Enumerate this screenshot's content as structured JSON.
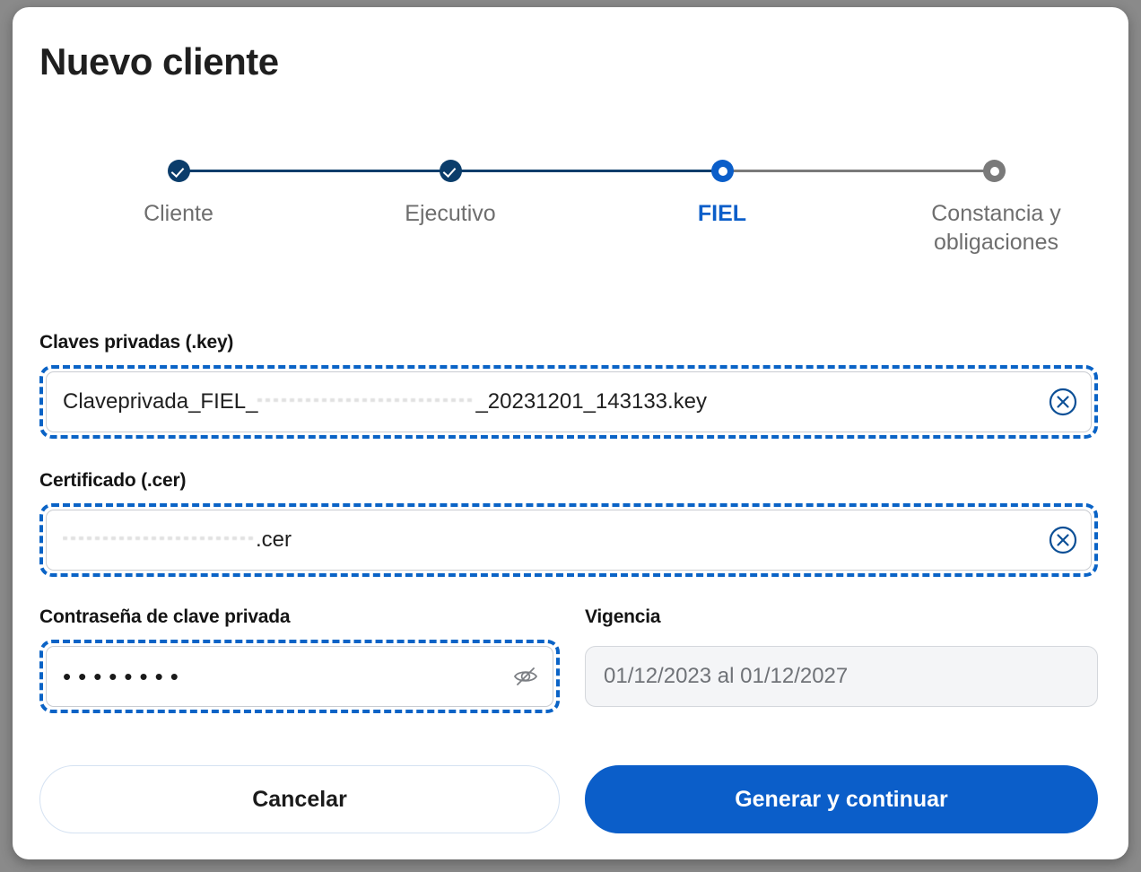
{
  "window": {
    "background_color": "#8a8a8a",
    "card_background": "#ffffff"
  },
  "colors": {
    "brand_blue": "#0b5ec9",
    "navy": "#0b3d6b",
    "muted_gray": "#7a7a7a",
    "label_black": "#141414",
    "focus_ring": "#0a63c6",
    "readonly_bg": "#f4f5f7"
  },
  "header": {
    "title": "Nuevo cliente"
  },
  "stepper": {
    "current_index": 2,
    "steps": [
      {
        "label": "Cliente",
        "state": "done"
      },
      {
        "label": "Ejecutivo",
        "state": "done"
      },
      {
        "label": "FIEL",
        "state": "active"
      },
      {
        "label": "Constancia y obligaciones",
        "state": "todo"
      }
    ]
  },
  "form": {
    "private_key": {
      "label": "Claves privadas (.key)",
      "value_prefix": "Claveprivada_FIEL_",
      "value_redacted": "[redactado]",
      "value_suffix": "_20231201_143133.key",
      "full_value": "Claveprivada_FIEL_[redactado]_20231201_143133.key",
      "clear_icon": "circle-x-icon",
      "focused": true
    },
    "certificate": {
      "label": "Certificado (.cer)",
      "value_prefix": "",
      "value_redacted": "[redactado]",
      "value_suffix": ".cer",
      "full_value": "[redactado].cer",
      "clear_icon": "circle-x-icon",
      "focused": true
    },
    "password": {
      "label": "Contraseña de clave privada",
      "masked_value": "••••••••",
      "character_count": 8,
      "toggle_icon": "eye-slash-icon",
      "focused": true
    },
    "validity": {
      "label": "Vigencia",
      "value": "01/12/2023 al 01/12/2027",
      "readonly": true
    }
  },
  "actions": {
    "cancel_label": "Cancelar",
    "submit_label": "Generar y continuar"
  }
}
